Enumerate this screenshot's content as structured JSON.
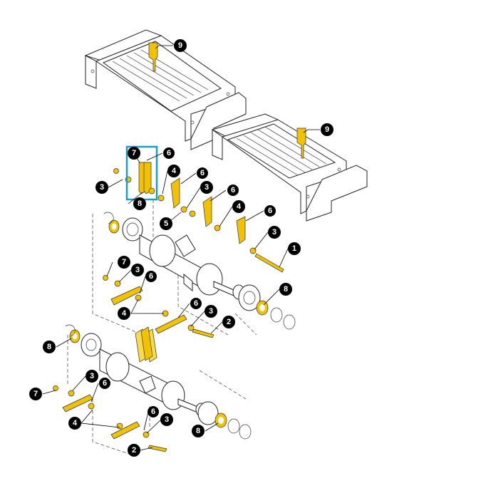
{
  "callouts": {
    "c1": "1",
    "c2a": "2",
    "c2b": "2",
    "c3a": "3",
    "c3b": "3",
    "c3c": "3",
    "c3d": "3",
    "c3e": "3",
    "c3f": "3",
    "c3g": "3",
    "c4a": "4",
    "c4b": "4",
    "c4c": "4",
    "c4d": "4",
    "c5": "5",
    "c6a": "6",
    "c6b": "6",
    "c6c": "6",
    "c6d": "6",
    "c6e": "6",
    "c6f": "6",
    "c6g": "6",
    "c7a": "7",
    "c7b": "7",
    "c7c": "7",
    "c8a": "8",
    "c8b": "8",
    "c8c": "8",
    "c8d": "8",
    "c9a": "9",
    "c9b": "9"
  },
  "colors": {
    "highlight": "#1a9ec4",
    "part_yellow": "#f2c200",
    "callout_fill": "#000000"
  }
}
